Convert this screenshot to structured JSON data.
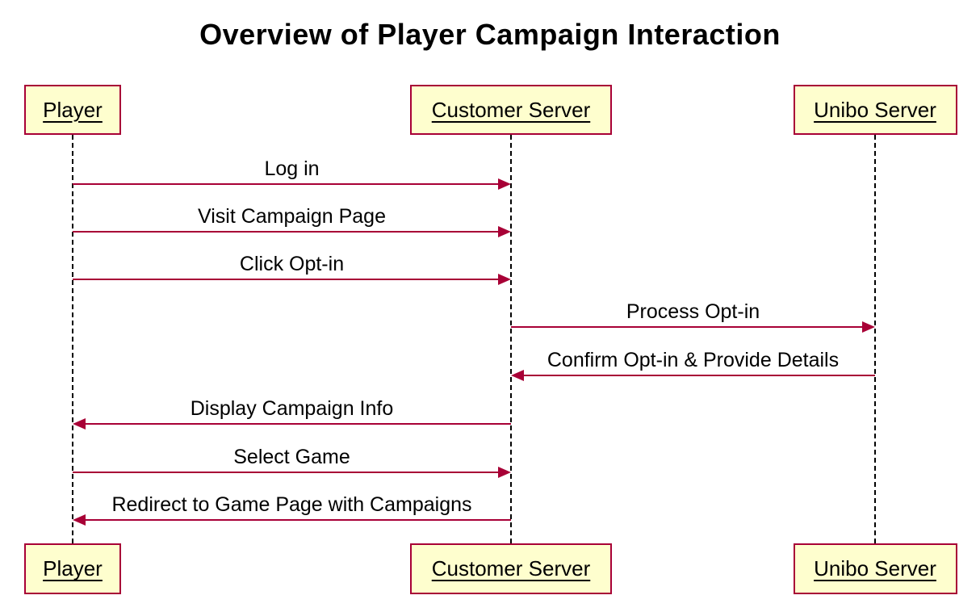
{
  "title": "Overview of Player Campaign Interaction",
  "colors": {
    "background": "#FFFFFF",
    "box_fill": "#FEFECE",
    "box_border": "#A80036",
    "arrow": "#A80036",
    "lifeline": "#000000",
    "text": "#000000"
  },
  "diagram_type": "sequence",
  "participants": [
    {
      "id": "player",
      "label": "Player"
    },
    {
      "id": "customer",
      "label": "Customer Server"
    },
    {
      "id": "unibo",
      "label": "Unibo Server"
    }
  ],
  "messages": [
    {
      "from": "player",
      "to": "customer",
      "label": "Log in"
    },
    {
      "from": "player",
      "to": "customer",
      "label": "Visit Campaign Page"
    },
    {
      "from": "player",
      "to": "customer",
      "label": "Click Opt-in"
    },
    {
      "from": "customer",
      "to": "unibo",
      "label": "Process Opt-in"
    },
    {
      "from": "unibo",
      "to": "customer",
      "label": "Confirm Opt-in & Provide Details"
    },
    {
      "from": "customer",
      "to": "player",
      "label": "Display Campaign Info"
    },
    {
      "from": "player",
      "to": "customer",
      "label": "Select Game"
    },
    {
      "from": "customer",
      "to": "player",
      "label": "Redirect to Game Page with Campaigns"
    }
  ]
}
